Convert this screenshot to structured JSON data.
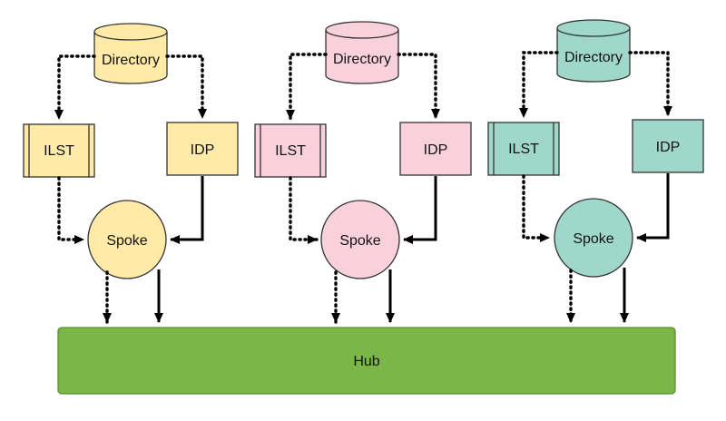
{
  "labels": {
    "directory": "Directory",
    "ilst": "ILST",
    "idp": "IDP",
    "spoke": "Spoke",
    "hub": "Hub"
  },
  "colors": {
    "spoke_1": "#ffeaa8",
    "spoke_2": "#f9d1dd",
    "spoke_3": "#9fd8cb",
    "hub": "#7ab648",
    "hub_border": "#5e8f30"
  },
  "groups": [
    {
      "directory_label": "Directory",
      "ilst_label": "ILST",
      "idp_label": "IDP",
      "spoke_label": "Spoke",
      "color": "#ffeaa8"
    },
    {
      "directory_label": "Directory",
      "ilst_label": "ILST",
      "idp_label": "IDP",
      "spoke_label": "Spoke",
      "color": "#f9d1dd"
    },
    {
      "directory_label": "Directory",
      "ilst_label": "ILST",
      "idp_label": "IDP",
      "spoke_label": "Spoke",
      "color": "#9fd8cb"
    }
  ],
  "hub": {
    "label": "Hub"
  }
}
